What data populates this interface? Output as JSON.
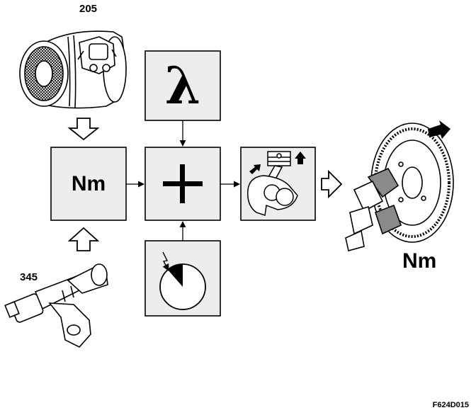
{
  "labels": {
    "air_flow_meter_number": "205",
    "crankshaft_sensor_number": "345",
    "torque_box": "Nm",
    "torque_output": "Nm",
    "lambda": "λ",
    "figure_code": "F624D015"
  },
  "colors": {
    "ink": "#000000",
    "box_fill": "#ededed",
    "paper": "#ffffff",
    "shade": "#8a8a8a"
  }
}
